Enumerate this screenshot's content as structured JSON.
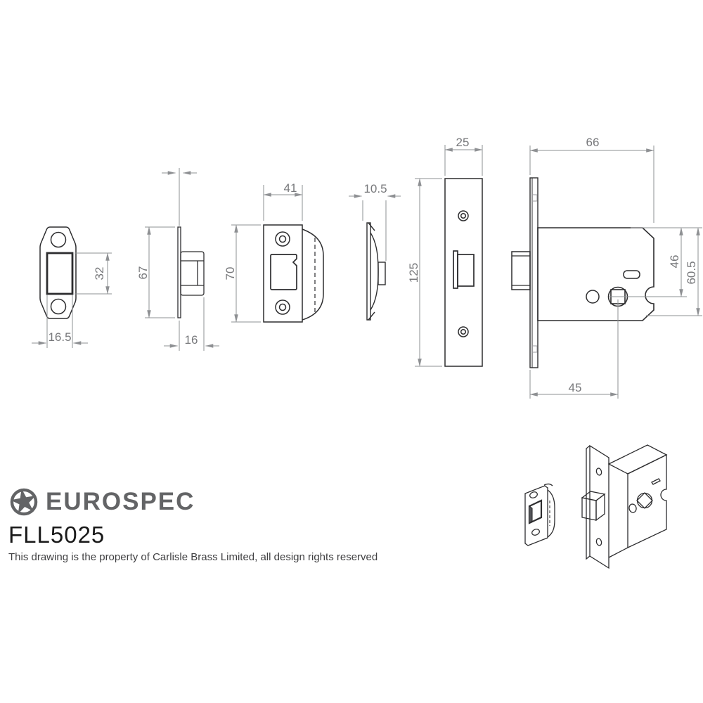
{
  "brand": {
    "name": "EUROSPEC",
    "model": "FLL5025",
    "copyright": "This drawing is the property of Carlisle Brass Limited, all design rights reserved"
  },
  "dims": {
    "keep_front": {
      "width": "16.5",
      "height": "32"
    },
    "keep_side": {
      "height": "67",
      "depth": "16"
    },
    "strike_front": {
      "width": "41",
      "height": "70"
    },
    "strike_side": {
      "depth": "10.5"
    },
    "faceplate": {
      "width": "25",
      "height": "125"
    },
    "case": {
      "depth": "66",
      "top_to_spindle": "46",
      "height": "60.5",
      "backset": "45"
    }
  },
  "colors": {
    "outline": "#2d2d2f",
    "dimension_line": "#8e9093",
    "dimension_text": "#77787b",
    "logo_gray": "#636466"
  }
}
